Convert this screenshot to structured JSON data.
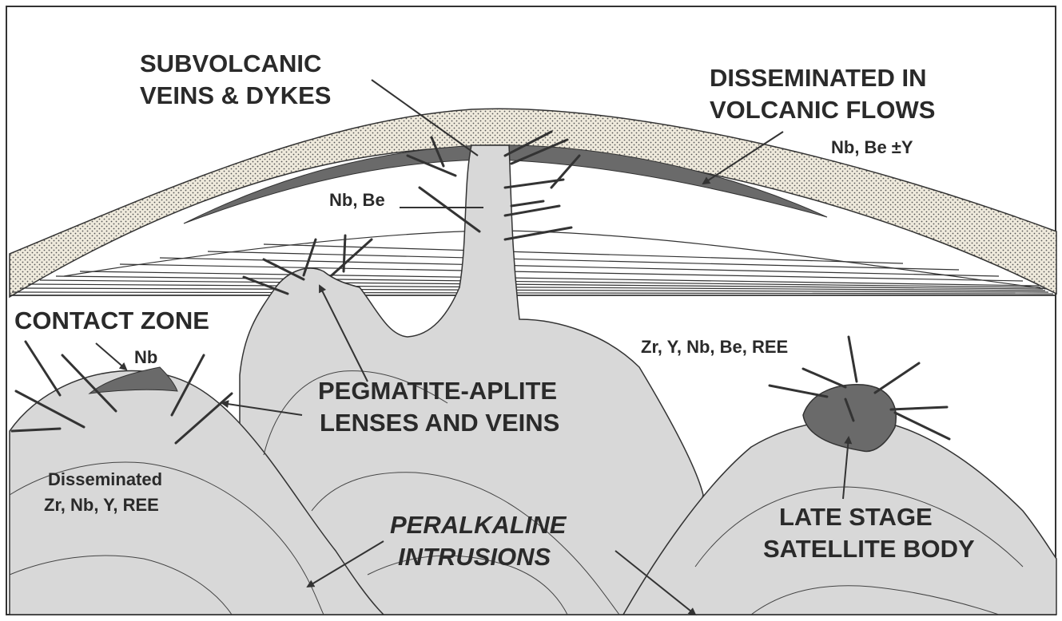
{
  "labels": {
    "subvolcanic_line1": "SUBVOLCANIC",
    "subvolcanic_line2": "VEINS & DYKES",
    "disseminated_flows_line1": "DISSEMINATED IN",
    "disseminated_flows_line2": "VOLCANIC FLOWS",
    "flows_elements": "Nb, Be ±Y",
    "vent_elements": "Nb, Be",
    "contact_zone": "CONTACT ZONE",
    "contact_element": "Nb",
    "pegmatite_line1": "PEGMATITE-APLITE",
    "pegmatite_line2": "LENSES AND VEINS",
    "satellite_elements": "Zr, Y, Nb, Be, REE",
    "disseminated_line1": "Disseminated",
    "disseminated_line2": "Zr, Nb, Y, REE",
    "peralkaline_line1": "PERALKALINE",
    "peralkaline_line2": "INTRUSIONS",
    "late_stage_line1": "LATE STAGE",
    "late_stage_line2": "SATELLITE BODY"
  },
  "colors": {
    "intrusion_fill": "#d8d8d8",
    "dark_mineralization": "#6a6a6a",
    "tuff_fill": "#ece7da",
    "outline": "#333333",
    "text": "#2a2a2a"
  }
}
